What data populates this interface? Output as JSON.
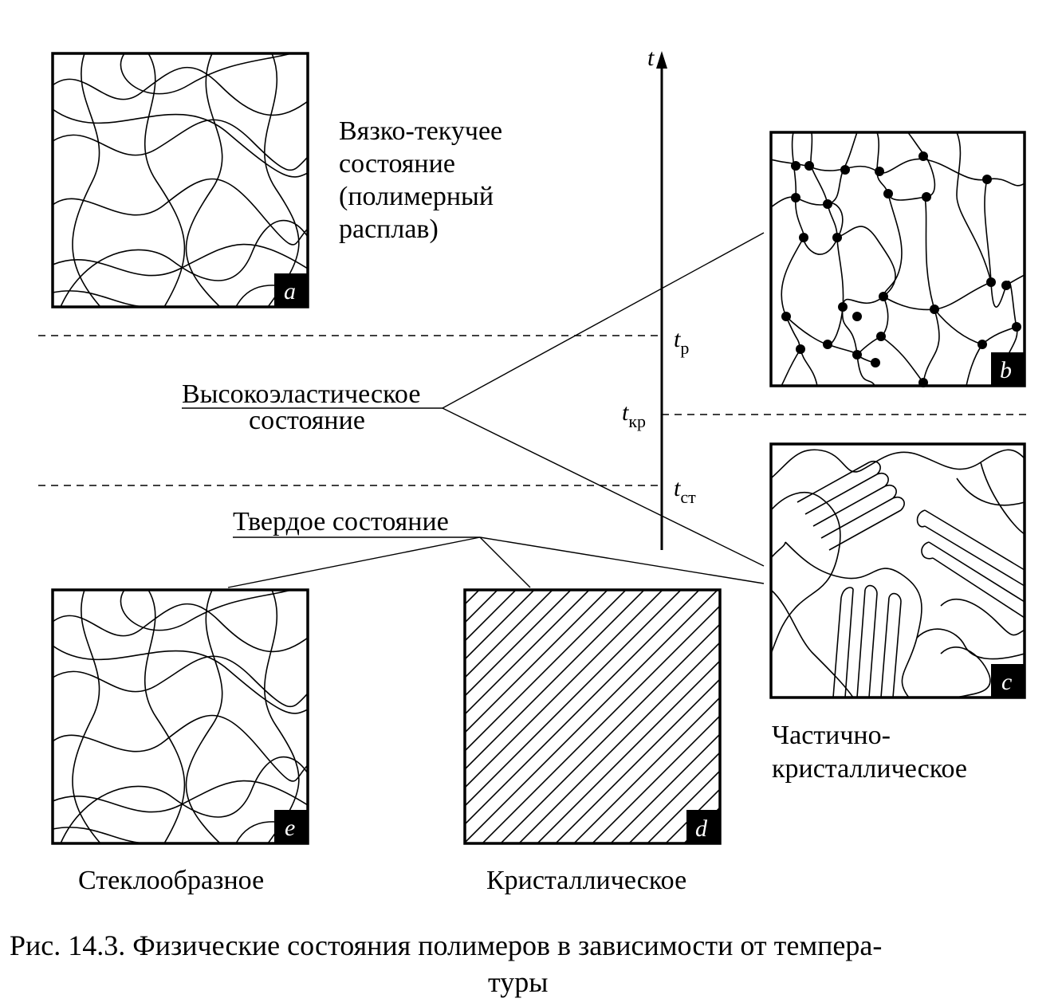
{
  "axis": {
    "label": "t"
  },
  "temperature_marks": [
    {
      "id": "tp",
      "symbol": "t",
      "subscript": "р"
    },
    {
      "id": "tkr",
      "symbol": "t",
      "subscript": "кр"
    },
    {
      "id": "tst",
      "symbol": "t",
      "subscript": "ст"
    }
  ],
  "states": {
    "viscous_flow": {
      "lines": [
        "Вязко-текучее",
        "состояние",
        "(полимерный",
        "расплав)"
      ]
    },
    "high_elastic": {
      "lines": [
        "Высокоэластическое",
        "состояние"
      ]
    },
    "solid": {
      "label": "Твердое состояние"
    },
    "partially_crystalline": {
      "lines": [
        "Частично-",
        "кристаллическое"
      ]
    },
    "glassy": {
      "label": "Стеклообразное"
    },
    "crystalline": {
      "label": "Кристаллическое"
    }
  },
  "panels": [
    {
      "id": "a",
      "tag": "a"
    },
    {
      "id": "b",
      "tag": "b"
    },
    {
      "id": "c",
      "tag": "c"
    },
    {
      "id": "d",
      "tag": "d"
    },
    {
      "id": "e",
      "tag": "e"
    }
  ],
  "caption": {
    "line1": "Рис. 14.3. Физические состояния полимеров в зависимости от темпера-",
    "line2": "туры"
  }
}
